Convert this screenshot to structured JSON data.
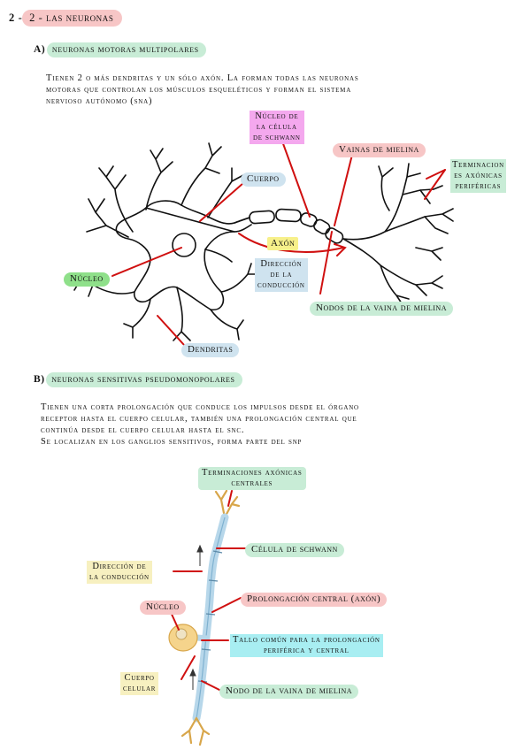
{
  "title": "2 - las neuronas",
  "section_a": {
    "heading": "A)",
    "heading_pill": "neuronas motoras multipolares",
    "para": [
      "Tienen 2 o más dendritas y un sólo axón. La forman todas las neuronas",
      "motoras que controlan los músculos esqueléticos y forman el sistema",
      "nervioso autónomo (sna)"
    ],
    "labels": {
      "nucleo_schwann": [
        "Núcleo de",
        "la célula",
        "de schwann"
      ],
      "vainas": "Vainas de mielina",
      "terminaciones": [
        "Terminacion",
        "es axónicas",
        "periféricas"
      ],
      "cuerpo": "Cuerpo",
      "axon": "Axón",
      "direccion": [
        "Dirección",
        "de la",
        "conducción"
      ],
      "nucleo": "Núcleo",
      "nodos": "Nodos de la vaina de mielina",
      "dendritas": "Dendritas"
    }
  },
  "section_b": {
    "heading": "B)",
    "heading_pill": "neuronas sensitivas pseudomonopolares",
    "para": [
      "Tienen una corta prolongación que conduce los impulsos desde el órgano",
      "receptor hasta el cuerpo celular, también una prolongación central que",
      "continúa desde el cuerpo celular hasta el snc.",
      "Se localizan en los ganglios sensitivos, forma parte del snp"
    ],
    "labels": {
      "term_central": [
        "Terminaciones axónicas",
        "centrales"
      ],
      "schwann": "Célula de schwann",
      "direccion": [
        "Dirección de",
        "la conducción"
      ],
      "prolongacion": "Prolongación central (axón)",
      "nucleo": "Núcleo",
      "tallo": [
        "Tallo común para la prolongación",
        "periférica y central"
      ],
      "cuerpo": [
        "Cuerpo",
        "celular"
      ],
      "nodo": "Nodo de la vaina de mielina"
    }
  },
  "colors": {
    "pink_title": "#f7c6c6",
    "green_pill": "#c8ecd6",
    "blue_pill": "#cfe3ef",
    "magenta": "#f4a8ee",
    "yellow": "#f7f08a",
    "green_label": "#8fe08a",
    "cyan": "#a8eef2",
    "red_line": "#d01010"
  }
}
